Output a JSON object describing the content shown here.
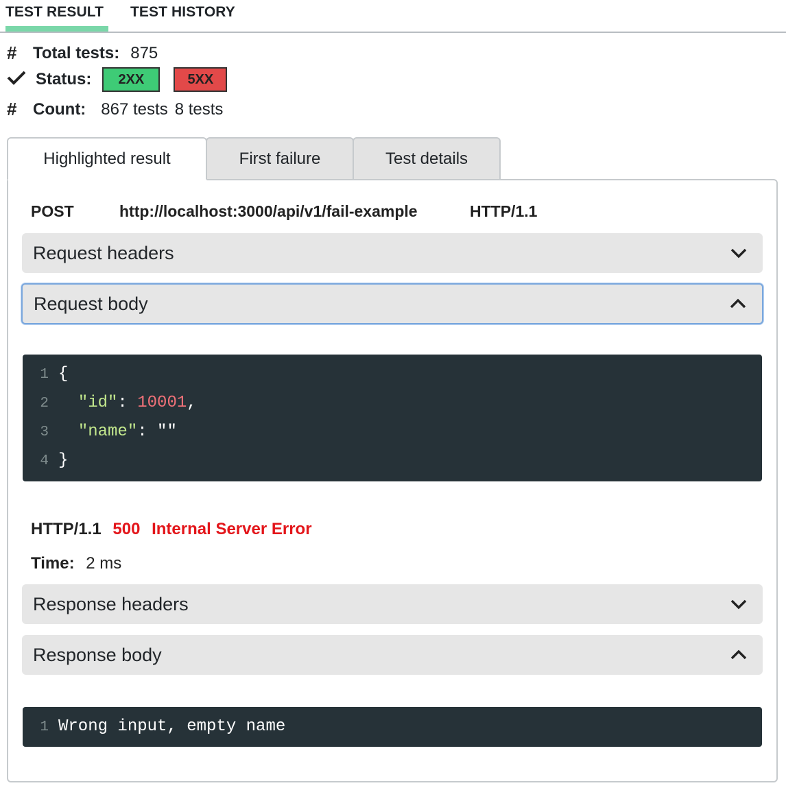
{
  "top_tabs": [
    {
      "label": "TEST RESULT",
      "active": true
    },
    {
      "label": "TEST HISTORY",
      "active": false
    }
  ],
  "summary": {
    "total_label": "Total tests:",
    "total_value": "875",
    "status_label": "Status:",
    "status_badges": [
      {
        "label": "2XX",
        "color": "#3ecb76"
      },
      {
        "label": "5XX",
        "color": "#e24949"
      }
    ],
    "count_label": "Count:",
    "counts": [
      "867 tests",
      "8 tests"
    ]
  },
  "inner_tabs": [
    {
      "label": "Highlighted result",
      "active": true
    },
    {
      "label": "First failure",
      "active": false
    },
    {
      "label": "Test details",
      "active": false
    }
  ],
  "request": {
    "method": "POST",
    "url": "http://localhost:3000/api/v1/fail-example",
    "protocol": "HTTP/1.1",
    "headers_label": "Request headers",
    "body_label": "Request body",
    "body_lines": [
      {
        "num": "1",
        "text": "{"
      },
      {
        "num": "2",
        "key": "\"id\"",
        "value": "10001"
      },
      {
        "num": "3",
        "key": "\"name\"",
        "value": "\"\""
      },
      {
        "num": "4",
        "text": "}"
      }
    ]
  },
  "response": {
    "protocol": "HTTP/1.1",
    "status_code": "500",
    "status_text": "Internal Server Error",
    "time_label": "Time:",
    "time_value": "2 ms",
    "headers_label": "Response headers",
    "body_label": "Response body",
    "body_lines": [
      {
        "num": "1",
        "text": "Wrong input, empty name"
      }
    ]
  },
  "icons": {
    "hash": "hash-icon",
    "check": "checkmark-icon",
    "chevron_down": "chevron-down-icon",
    "chevron_up": "chevron-up-icon"
  },
  "colors": {
    "tab_underline": "#7ad7a9",
    "code_bg": "#263238",
    "json_key": "#c3e88d",
    "json_number": "#f07178",
    "error_text": "#e3151a",
    "focus_border": "#7aa7dd"
  }
}
